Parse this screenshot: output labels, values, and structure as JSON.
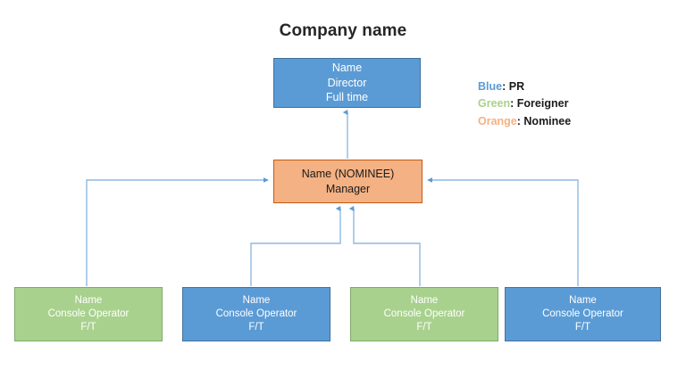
{
  "chart": {
    "title": "Company name",
    "type": "org-chart"
  },
  "nodes": {
    "director": {
      "color_name": "blue",
      "color_hex": "#5B9BD5",
      "line1": "Name",
      "line2": "Director",
      "line3": "Full time"
    },
    "manager": {
      "color_name": "orange",
      "color_hex": "#F4B183",
      "line1": "Name (NOMINEE)",
      "line2": "Manager"
    },
    "operators": [
      {
        "color_name": "green",
        "color_hex": "#A9D18E",
        "line1": "Name",
        "line2": "Console Operator",
        "line3": "F/T"
      },
      {
        "color_name": "blue",
        "color_hex": "#5B9BD5",
        "line1": "Name",
        "line2": "Console Operator",
        "line3": "F/T"
      },
      {
        "color_name": "green",
        "color_hex": "#A9D18E",
        "line1": "Name",
        "line2": "Console Operator",
        "line3": "F/T"
      },
      {
        "color_name": "blue",
        "color_hex": "#5B9BD5",
        "line1": "Name",
        "line2": "Console Operator",
        "line3": "F/T"
      }
    ]
  },
  "legend": {
    "items": [
      {
        "key": "Blue",
        "separator": ": ",
        "value": "PR",
        "color_hex": "#5B9BD5"
      },
      {
        "key": "Green",
        "separator": ": ",
        "value": "Foreigner",
        "color_hex": "#A9D18E"
      },
      {
        "key": "Orange",
        "separator": ": ",
        "value": "Nominee",
        "color_hex": "#F4B183"
      }
    ]
  },
  "connectors": {
    "stroke_hex": "#8FB9E0"
  }
}
